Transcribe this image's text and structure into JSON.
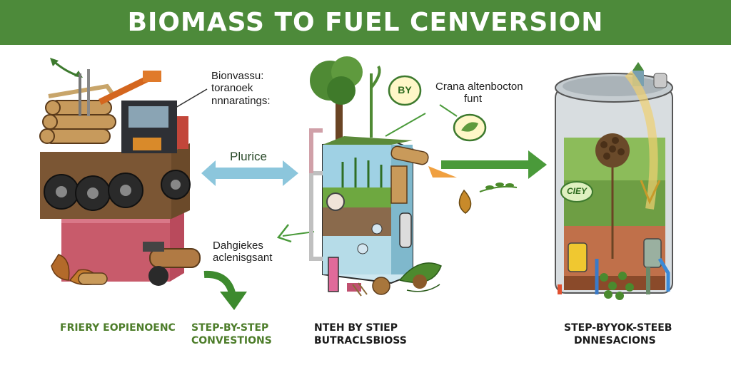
{
  "title": "BIOMASS TO FUEL CENVERSION",
  "notes": {
    "truck_note": [
      "Bionvassu:",
      "toranoek",
      "nnnaratings:"
    ],
    "tank_note": [
      "Crana altenbocton",
      "funt"
    ],
    "purify": "Plurice",
    "bottom_note": [
      "Dahgiekes",
      "aclenisgsant"
    ]
  },
  "steps": {
    "left": "FRIERY EOPIENOENC",
    "center_left": [
      "STEP-BY-STEP",
      "CONVESTIONS"
    ],
    "center": [
      "NTEH BY STIEP",
      "BUTRACLSBIOSS"
    ],
    "right": [
      "STEP-BYYOK-STEEB",
      "DNNESACIONS"
    ]
  },
  "badges": {
    "leaf_badge": "BY",
    "tank_badge": "CIEY"
  },
  "colors": {
    "banner": "#4d8a3a",
    "arrow_blue": "#8cc6dc",
    "arrow_green": "#4a9a3a",
    "step_green": "#4d7d2a"
  }
}
